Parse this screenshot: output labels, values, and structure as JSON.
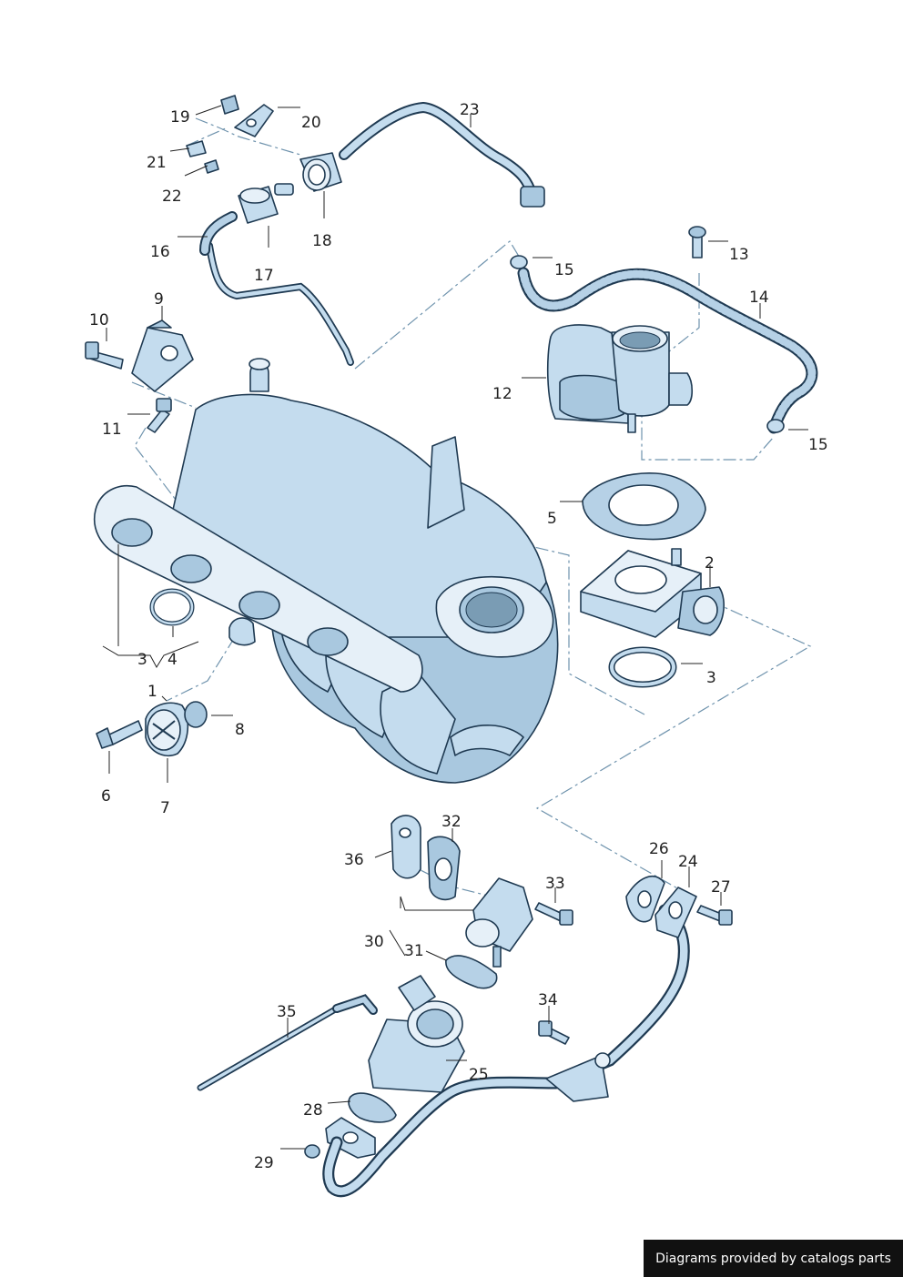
{
  "diagram": {
    "callouts": {
      "c1": "1",
      "c2": "2",
      "c3a": "3",
      "c3b": "3",
      "c4": "4",
      "c5": "5",
      "c6": "6",
      "c7": "7",
      "c8": "8",
      "c9": "9",
      "c10": "10",
      "c11": "11",
      "c12": "12",
      "c13": "13",
      "c14": "14",
      "c15a": "15",
      "c15b": "15",
      "c16": "16",
      "c17": "17",
      "c18": "18",
      "c19": "19",
      "c20": "20",
      "c21": "21",
      "c22": "22",
      "c23": "23",
      "c24": "24",
      "c25": "25",
      "c26": "26",
      "c27": "27",
      "c28": "28",
      "c29": "29",
      "c30": "30",
      "c31": "31",
      "c32": "32",
      "c33": "33",
      "c34": "34",
      "c35": "35",
      "c36": "36"
    }
  },
  "footer": {
    "credit": "Diagrams provided by catalogs parts"
  },
  "colors": {
    "part_fill": "#c4dcee",
    "part_shade": "#a9c8df",
    "outline": "#1f3a52",
    "dash_line": "#6f93ad",
    "footer_bg": "#111111"
  }
}
